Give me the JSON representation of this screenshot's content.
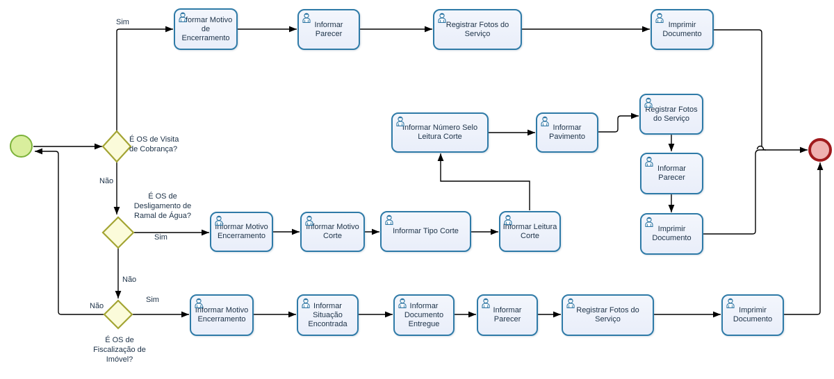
{
  "diagram": {
    "kind": "BPMN process flow",
    "colors": {
      "task_fill": "#ecf0fa",
      "task_border": "#2e7aa7",
      "gateway_fill": "#fbfbda",
      "gateway_border": "#a3a433",
      "start_fill": "#d9ee9d",
      "start_border": "#7cb23b",
      "end_fill": "#efb1b1",
      "end_border": "#a01a1d",
      "connector": "#000000",
      "text": "#1c3147"
    },
    "icons": {
      "task_icon": "user-icon"
    }
  },
  "gateways": [
    {
      "question": "É OS de Visita de Cobrança?"
    },
    {
      "question": "É OS de Desligamento de Ramal de Água?"
    },
    {
      "question": "É OS de Fiscalização de Imóvel?"
    }
  ],
  "flow_labels": {
    "yes": "Sim",
    "no": "Não"
  },
  "tasks": [
    {
      "label": "Informar Motivo de Encerramento"
    },
    {
      "label": "Informar Parecer"
    },
    {
      "label": "Registrar Fotos do Serviço"
    },
    {
      "label": "Imprimir Documento"
    },
    {
      "label": "Informar Número Selo Leitura Corte"
    },
    {
      "label": "Informar Pavimento"
    },
    {
      "label": "Registrar Fotos do Serviço"
    },
    {
      "label": "Informar Parecer"
    },
    {
      "label": "Imprimir Documento"
    },
    {
      "label": "Informar Motivo Encerramento"
    },
    {
      "label": "Informar Motivo Corte"
    },
    {
      "label": "Informar Tipo Corte"
    },
    {
      "label": "Informar Leitura Corte"
    },
    {
      "label": "Informar Motivo Encerramento"
    },
    {
      "label": "Informar Situação Encontrada"
    },
    {
      "label": "Informar Documento Entregue"
    },
    {
      "label": "Informar Parecer"
    },
    {
      "label": "Registrar Fotos do Serviço"
    },
    {
      "label": "Imprimir Documento"
    }
  ]
}
